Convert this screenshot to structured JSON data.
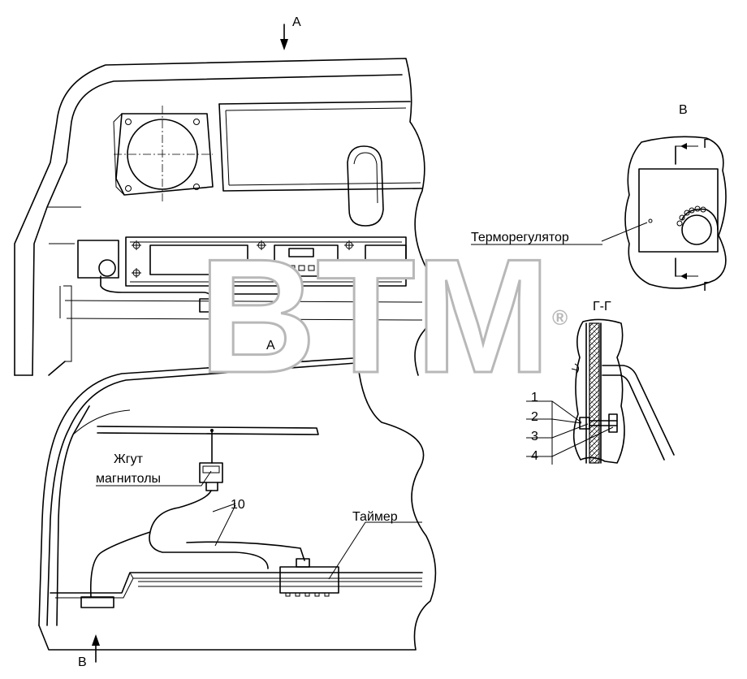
{
  "views": {
    "top_view_mark": "А",
    "inner_view_mark": "А",
    "bottom_view_mark": "В",
    "detail_title": "В",
    "section_mark_top": "Г",
    "section_mark_bottom": "Г",
    "section_title": "Г-Г"
  },
  "labels": {
    "thermoregulator": "Терморегулятор",
    "radio_harness_line1": "Жгут",
    "radio_harness_line2": "магнитолы",
    "harness_number": "10",
    "timer": "Таймер"
  },
  "section_items": [
    "1",
    "2",
    "3",
    "4"
  ],
  "watermark": {
    "text": "BTM",
    "mark": "®"
  }
}
